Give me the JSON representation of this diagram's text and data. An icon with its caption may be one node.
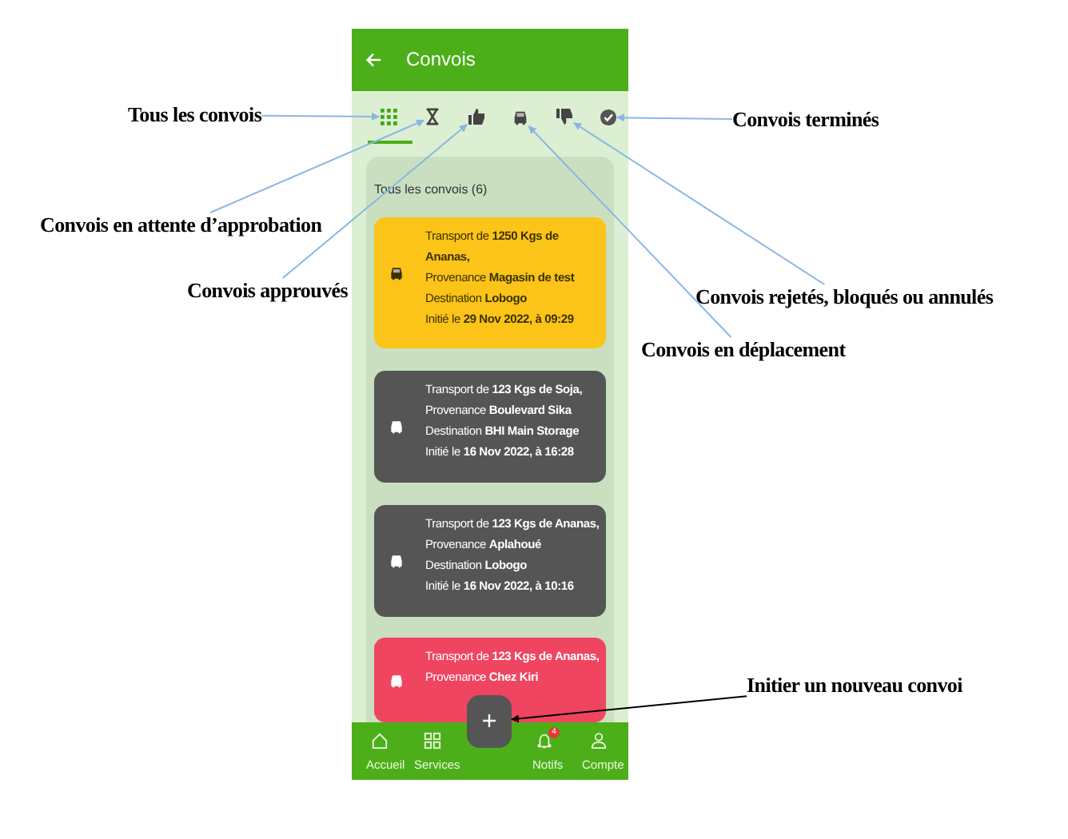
{
  "diagram": {
    "nodes": [
      {
        "text": [
          "Convois"
        ]
      },
      {
        "text": [
          "Tous les convois"
        ]
      },
      {
        "text": [],
        "shape": "picture"
      },
      {
        "text": [],
        "shape": "picture"
      },
      {
        "text": [],
        "shape": "picture"
      },
      {
        "text": [],
        "shape": "picture"
      },
      {
        "text": [],
        "shape": "picture"
      },
      {
        "text": [],
        "shape": "picture"
      },
      {
        "text": [
          "Convois terminés"
        ]
      },
      {
        "text": [
          "Convois en attente d’approbation"
        ]
      },
      {
        "text": [
          "Tous les convois (6)"
        ]
      },
      {
        "text": [
          "Transport de **1250 Kgs de Ananas,**",
          "Provenance **Magasin de test**",
          "Destination **Lobogo**",
          "Initié le **29 Nov 2022, à 09:29**"
        ],
        "in": 10
      },
      {
        "text": [
          "Convois approuvés"
        ]
      },
      {
        "text": [
          "Convois rejetés, bloqués ou annulés"
        ]
      },
      {
        "text": [
          "Convois en déplacement"
        ]
      },
      {
        "text": [
          "Transport de **123 Kgs de Soja,**",
          "Provenance **Boulevard Sika**",
          "Destination **BHI Main Storage**",
          "Initié le **16 Nov 2022, à 16:28**"
        ],
        "in": 10
      },
      {
        "text": [
          "Transport de **123 Kgs de Ananas,**",
          "Provenance **Aplahoué**",
          "Destination **Lobogo**",
          "Initié le **16 Nov 2022, à 10:16**"
        ],
        "in": 10
      },
      {
        "text": [
          "Transport de **123 Kgs de Ananas,**",
          "Provenance **Chez Kiri**"
        ],
        "in": 10
      },
      {
        "text": [
          "Initier un nouveau convoi"
        ]
      },
      {
        "text": [],
        "shape": "box"
      },
      {
        "text": [],
        "shape": "bar"
      }
    ],
    "edges": [
      {
        "from": 1,
        "to": 2,
        "arrow": "to"
      },
      {
        "from": 9,
        "to": 3,
        "arrow": "to"
      },
      {
        "from": 12,
        "to": 4,
        "arrow": "to"
      },
      {
        "from": 14,
        "to": 5,
        "arrow": "to"
      },
      {
        "from": 13,
        "to": 6,
        "arrow": "to"
      },
      {
        "from": 8,
        "to": 7,
        "arrow": "to"
      },
      {
        "from": 18,
        "to": 19,
        "arrow": "to",
        "color": "#000000"
      }
    ],
    "labels": [
      "4",
      "Accueil",
      "Services",
      "Notifs",
      "Compte"
    ]
  }
}
